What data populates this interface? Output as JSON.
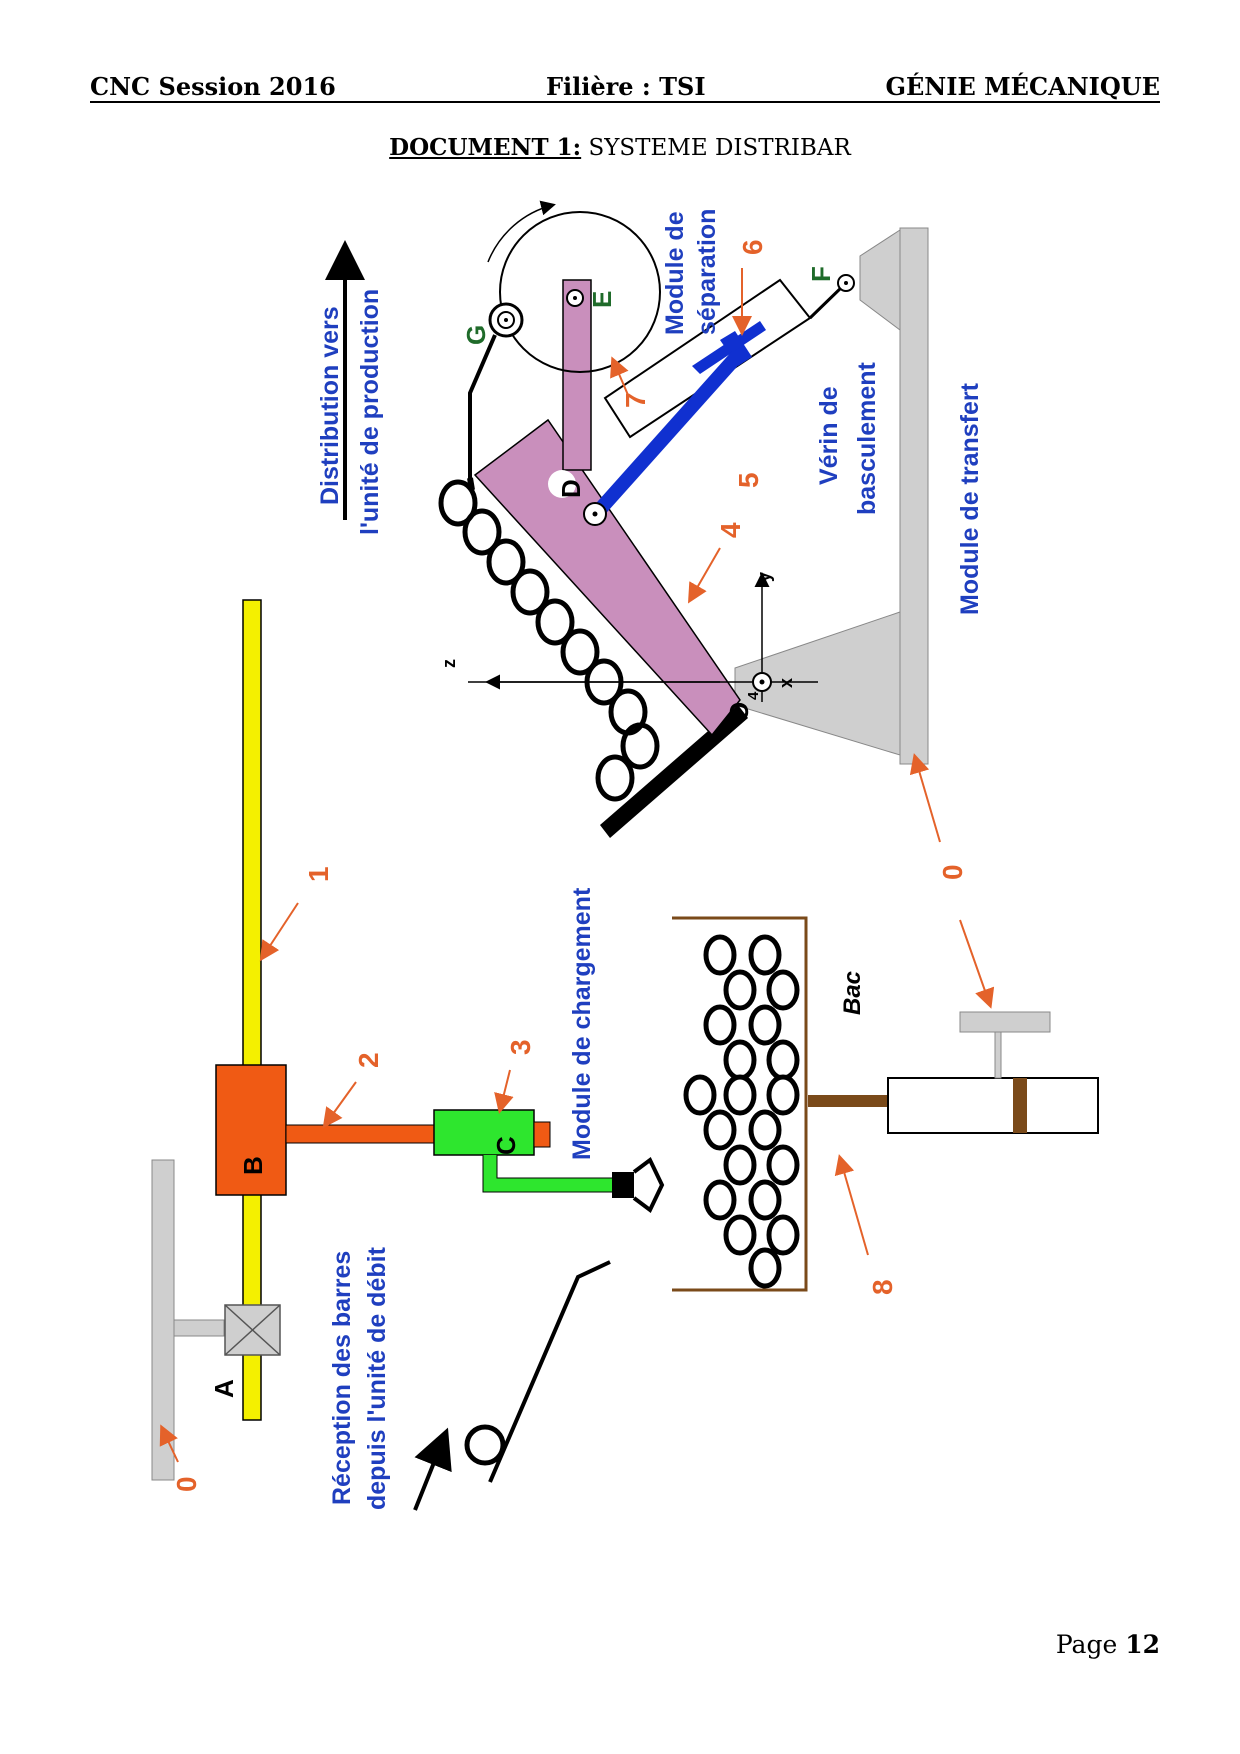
{
  "header": {
    "left": "CNC Session 2016",
    "center": "Filière : TSI",
    "right": "GÉNIE MÉCANIQUE"
  },
  "document": {
    "label": "DOCUMENT 1:",
    "title": "SYSTEME DISTRIBAR"
  },
  "diagram": {
    "labels": {
      "distribution_line1": "Distribution vers",
      "distribution_line2": "l'unité de production",
      "module_separation_line1": "Module de",
      "module_separation_line2": "séparation",
      "verin_line1": "Vérin de",
      "verin_line2": "basculement",
      "module_transfert": "Module de transfert",
      "module_chargement": "Module de chargement",
      "reception_line1": "Réception des barres",
      "reception_line2": "depuis l'unité de débit",
      "bac": "Bac"
    },
    "points": {
      "A": "A",
      "B": "B",
      "C": "C",
      "D": "D",
      "E": "E",
      "F": "F",
      "G": "G",
      "O4": "O",
      "O4_sub": "4"
    },
    "axes": {
      "z": "z",
      "y": "y",
      "x": "x"
    },
    "numbers": {
      "n0_top": "0",
      "n0_left": "0",
      "n1": "1",
      "n2": "2",
      "n3": "3",
      "n4": "4",
      "n5": "5",
      "n6": "6",
      "n7": "7",
      "n8": "8"
    },
    "colors": {
      "label_blue": "#1f3fbf",
      "number_orange": "#e4622a",
      "point_green": "#1f6b2a",
      "rail_yellow": "#f4f000",
      "carriage_orange": "#f05a14",
      "gripper_green": "#2ee62e",
      "tilt_pink": "#c98fbc",
      "rod_blue": "#1030d0",
      "frame_gray": "#cfcfcf",
      "bac_brown": "#7a4a1a"
    }
  },
  "footer": {
    "page_label": "Page",
    "page_number": "12"
  }
}
